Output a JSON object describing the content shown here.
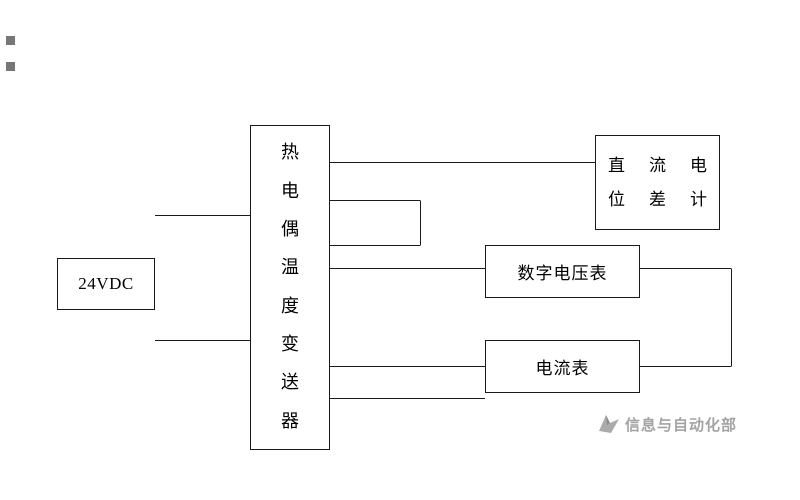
{
  "diagram": {
    "background_color": "#ffffff",
    "line_color": "#1a1a1a",
    "boxes": {
      "power": {
        "label": "24VDC"
      },
      "transmitter": {
        "label": "热电偶温度变送器",
        "chars": [
          "热",
          "电",
          "偶",
          "温",
          "度",
          "变",
          "送",
          "器"
        ]
      },
      "potentiometer": {
        "label": "直流电位差计",
        "line1": "直流电",
        "line2": "位差计"
      },
      "voltmeter": {
        "label": "数字电压表"
      },
      "ammeter": {
        "label": "电流表"
      }
    },
    "watermark": {
      "text": "信息与自动化部",
      "color": "#a3a3a3",
      "logo": "flag-logo-icon"
    }
  }
}
